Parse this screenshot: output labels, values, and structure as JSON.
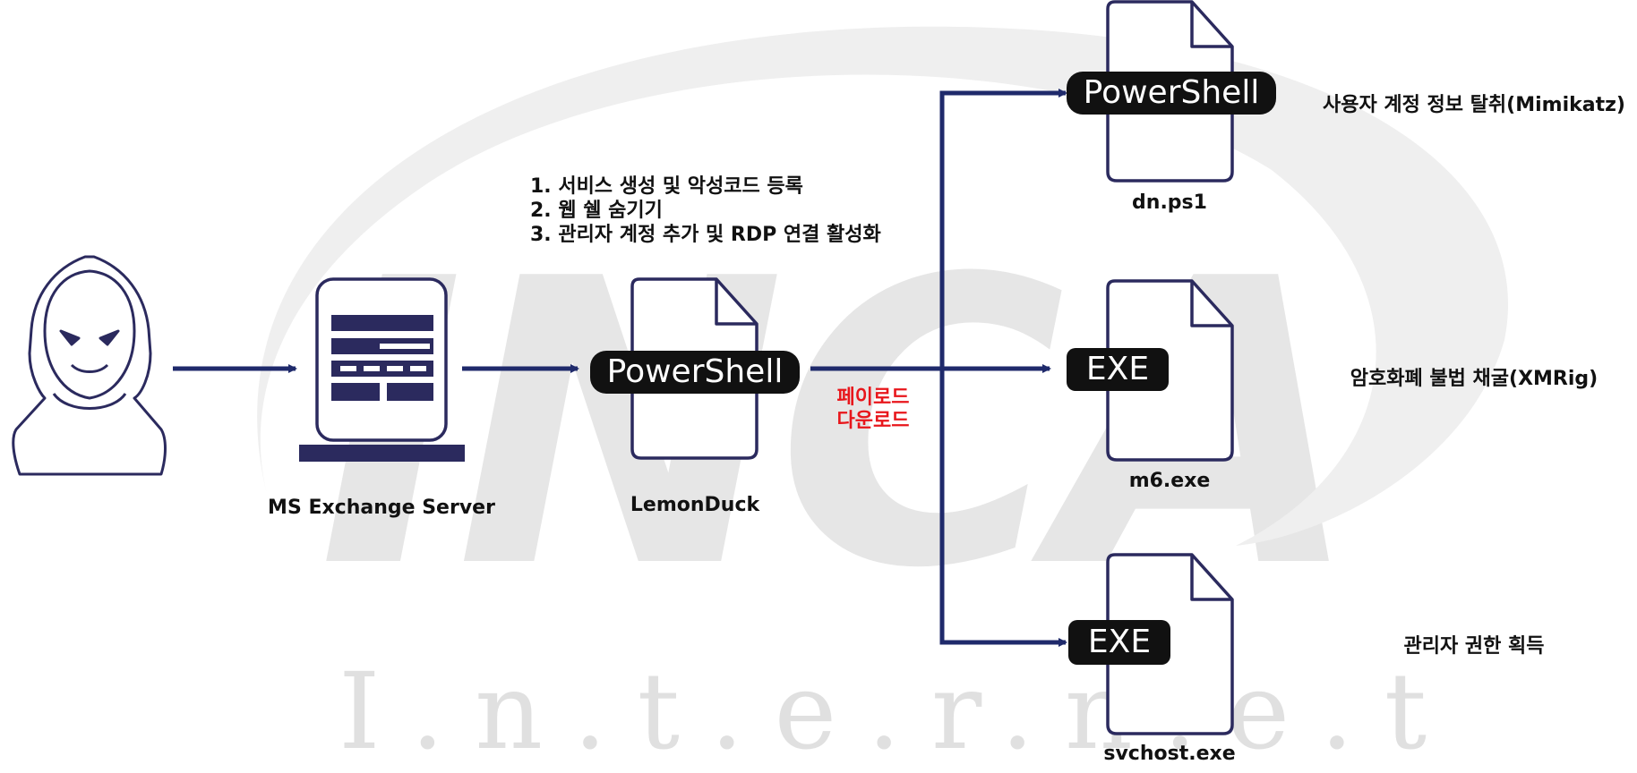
{
  "watermark": {
    "logo_text": "INCA",
    "subtitle": "I.n.t.e.r.n.e.t"
  },
  "nodes": {
    "server_label": "MS Exchange Server",
    "lemonduck_label": "LemonDuck",
    "lemonduck_tag": "PowerShell"
  },
  "steps": [
    "1. 서비스 생성 및 악성코드 등록",
    "2. 웹 쉘 숨기기",
    "3. 관리자 계정 추가 및 RDP 연결 활성화"
  ],
  "payload_label": [
    "페이로드",
    "다운로드"
  ],
  "outputs": [
    {
      "tag": "PowerShell",
      "file": "dn.ps1",
      "description": "사용자 계정 정보 탈취(Mimikatz)"
    },
    {
      "tag": "EXE",
      "file": "m6.exe",
      "description": "암호화폐 불법 채굴(XMRig)"
    },
    {
      "tag": "EXE",
      "file": "svchost.exe",
      "description": "관리자 권한 획득"
    }
  ],
  "colors": {
    "navy": "#2b2a5e",
    "arrow": "#1f2a6b",
    "accent_red": "#e8161b",
    "tag_bg": "#111111"
  }
}
